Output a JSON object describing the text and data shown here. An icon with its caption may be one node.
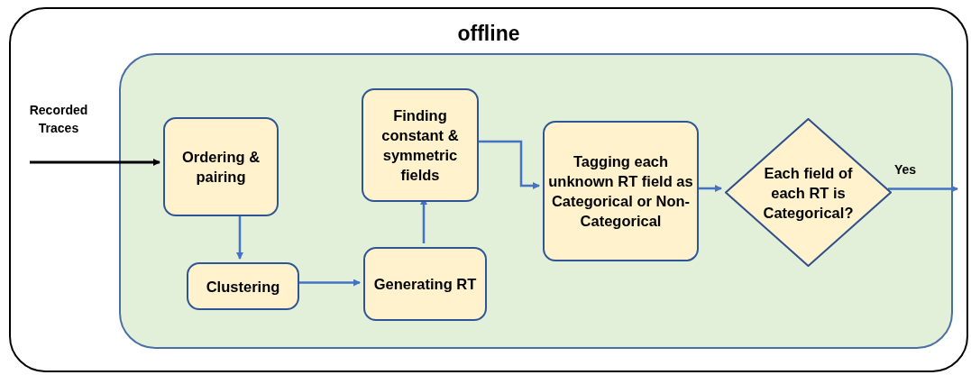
{
  "diagram": {
    "nodes": [
      {
        "text": [
          "offline"
        ]
      },
      {
        "text": [],
        "shape": "box",
        "in": 0
      },
      {
        "text": [
          "Ordering & pairing"
        ],
        "in": 1
      },
      {
        "text": [
          "Clustering"
        ],
        "in": 1
      },
      {
        "text": [
          "Generating RT"
        ],
        "in": 1
      },
      {
        "text": [
          "Finding constant & symmetric fields"
        ],
        "in": 1
      },
      {
        "text": [
          "Tagging each unknown RT field as Categorical or Non-Categorical"
        ],
        "in": 1
      },
      {
        "text": [
          "Each field of each RT is Categorical?"
        ],
        "in": 1
      }
    ],
    "edges": [
      {
        "from": null,
        "to": 2,
        "arrow": "to",
        "label": "Recorded Traces",
        "color": "#000000"
      },
      {
        "from": 2,
        "to": 3,
        "arrow": "to"
      },
      {
        "from": 3,
        "to": 4,
        "arrow": "to"
      },
      {
        "from": 4,
        "to": 5,
        "arrow": "to"
      },
      {
        "from": 5,
        "to": 6,
        "arrow": "to"
      },
      {
        "from": 6,
        "to": 7,
        "arrow": "to"
      },
      {
        "from": 7,
        "to": null,
        "arrow": "to",
        "label": "Yes"
      }
    ]
  }
}
